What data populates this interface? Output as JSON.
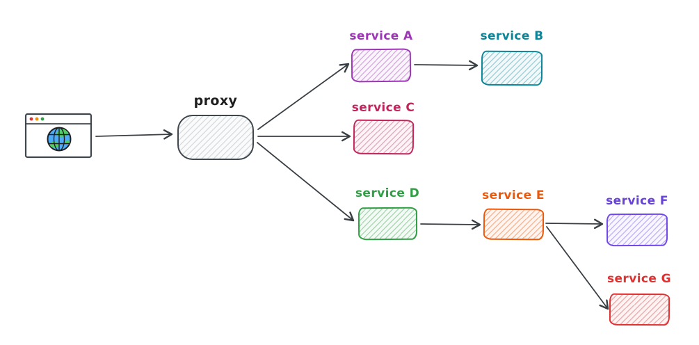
{
  "diagram": {
    "type": "hand-drawn-architecture-diagram",
    "background": "#ffffff",
    "arrow_color": "#3a3f44",
    "nodes": {
      "browser": {
        "icon": "browser-window-globe-icon",
        "traffic_light_colors": [
          "#e03131",
          "#f08c00",
          "#2f9e44"
        ],
        "globe_colors": {
          "ocean": "#4dabf7",
          "land": "#51cf66",
          "grid": "#1e1e1e"
        }
      },
      "proxy": {
        "label": "proxy",
        "stroke": "#40464d",
        "text_color": "#1e1e1e"
      },
      "service_a": {
        "label": "service A",
        "stroke": "#9c36b5",
        "text_color": "#9c36b5"
      },
      "service_b": {
        "label": "service B",
        "stroke": "#0c8599",
        "text_color": "#0c8599"
      },
      "service_c": {
        "label": "service C",
        "stroke": "#c2255c",
        "text_color": "#c2255c"
      },
      "service_d": {
        "label": "service D",
        "stroke": "#2f9e44",
        "text_color": "#2f9e44"
      },
      "service_e": {
        "label": "service E",
        "stroke": "#e8590c",
        "text_color": "#e8590c"
      },
      "service_f": {
        "label": "service F",
        "stroke": "#7048e8",
        "text_color": "#6741d9"
      },
      "service_g": {
        "label": "service G",
        "stroke": "#e03131",
        "text_color": "#e03131"
      }
    },
    "edges": [
      {
        "from": "browser",
        "to": "proxy"
      },
      {
        "from": "proxy",
        "to": "service_a"
      },
      {
        "from": "proxy",
        "to": "service_c"
      },
      {
        "from": "proxy",
        "to": "service_d"
      },
      {
        "from": "service_a",
        "to": "service_b"
      },
      {
        "from": "service_d",
        "to": "service_e"
      },
      {
        "from": "service_e",
        "to": "service_f"
      },
      {
        "from": "service_e",
        "to": "service_g"
      }
    ]
  }
}
